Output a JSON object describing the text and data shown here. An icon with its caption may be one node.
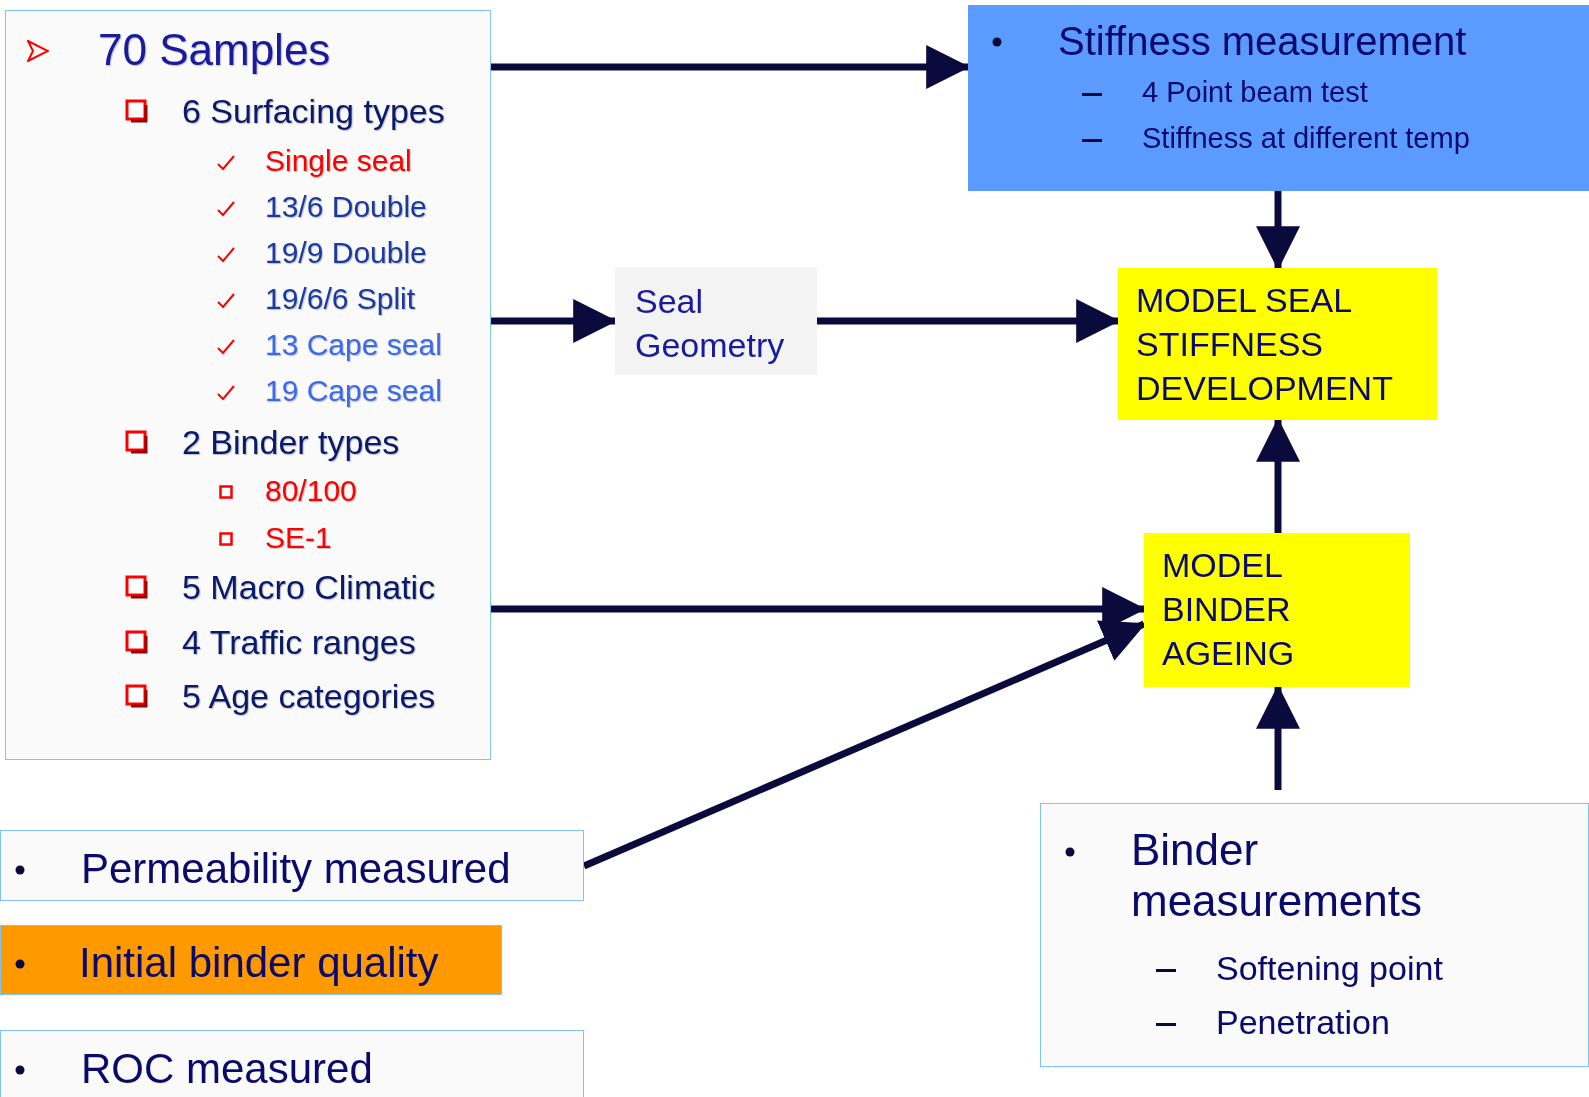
{
  "diagram": {
    "nodes": [
      {
        "text": [
          "70 Samples",
          "6 Surfacing types",
          "Single seal",
          "13/6 Double",
          "19/9 Double",
          "19/6/6 Split",
          "13 Cape seal",
          "19 Cape seal",
          "2 Binder types",
          "80/100",
          "SE-1",
          "5 Macro Climatic",
          "4 Traffic ranges",
          "5 Age categories"
        ]
      },
      {
        "text": [
          "Stiffness measurement",
          "4 Point beam test",
          "Stiffness at different temp"
        ]
      },
      {
        "text": [
          "Seal Geometry"
        ]
      },
      {
        "text": [
          "MODEL SEAL STIFFNESS DEVELOPMENT"
        ]
      },
      {
        "text": [
          "MODEL BINDER AGEING"
        ]
      },
      {
        "text": [
          "Permeability measured"
        ]
      },
      {
        "text": [
          "Initial binder quality"
        ]
      },
      {
        "text": [
          "ROC measured"
        ]
      },
      {
        "text": [
          "Binder measurements",
          "Softening point",
          "Penetration"
        ]
      }
    ],
    "edges": [
      {
        "from": 0,
        "to": 1,
        "arrow": "to"
      },
      {
        "from": 0,
        "to": 2,
        "arrow": "to"
      },
      {
        "from": 2,
        "to": 3,
        "arrow": "to"
      },
      {
        "from": 1,
        "to": 3,
        "arrow": "to"
      },
      {
        "from": 4,
        "to": 3,
        "arrow": "to"
      },
      {
        "from": 0,
        "to": 4,
        "arrow": "to"
      },
      {
        "from": 5,
        "to": 4,
        "arrow": "to"
      },
      {
        "from": 8,
        "to": 4,
        "arrow": "to"
      }
    ]
  }
}
